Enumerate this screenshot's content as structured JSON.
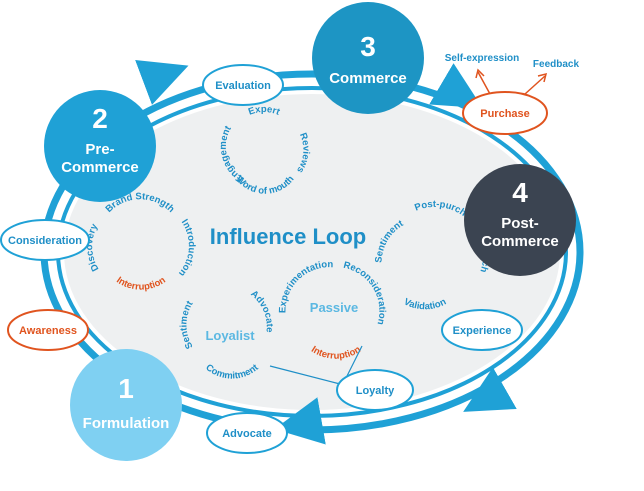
{
  "title": "Influence Loop",
  "stages": [
    {
      "number": "1",
      "label": "Formulation",
      "color": "#7fd0f2"
    },
    {
      "number": "2",
      "label_line1": "Pre-",
      "label_line2": "Commerce",
      "color": "#1fa1d6"
    },
    {
      "number": "3",
      "label": "Commerce",
      "color": "#1d95c4"
    },
    {
      "number": "4",
      "label_line1": "Post-",
      "label_line2": "Commerce",
      "color": "#3b4451"
    }
  ],
  "outer_nodes": {
    "evaluation": "Evaluation",
    "consideration": "Consideration",
    "awareness": "Awareness",
    "advocate": "Advocate",
    "loyalty": "Loyalty",
    "experience": "Experience",
    "purchase": "Purchase",
    "self_expression": "Self-expression",
    "feedback": "Feedback"
  },
  "loops": {
    "evaluation": {
      "expert": "Expert",
      "reviews": "Reviews",
      "word_of_mouth": "Word of mouth",
      "engagement": "Engagement"
    },
    "consideration": {
      "brand_strength": "Brand Strength",
      "introduction": "Introduction",
      "interruption": "Interruption",
      "discovery": "Discovery"
    },
    "loyalist": {
      "center": "Loyalist",
      "sentiment": "Sentiment",
      "advocate": "Advocate",
      "commitment": "Commitment"
    },
    "passive": {
      "center": "Passive",
      "experimentation": "Experimentation",
      "reconsideration": "Reconsideration",
      "interruption": "Interruption"
    },
    "post_purchase": {
      "sentiment": "Sentiment",
      "post_purchase_research": "Post-purchase Research",
      "validation": "Validation"
    }
  },
  "colors": {
    "accent_blue": "#1f8fc7",
    "accent_orange": "#e0541f",
    "ellipse_fill": "#eef0f1",
    "dark": "#3b4451"
  }
}
